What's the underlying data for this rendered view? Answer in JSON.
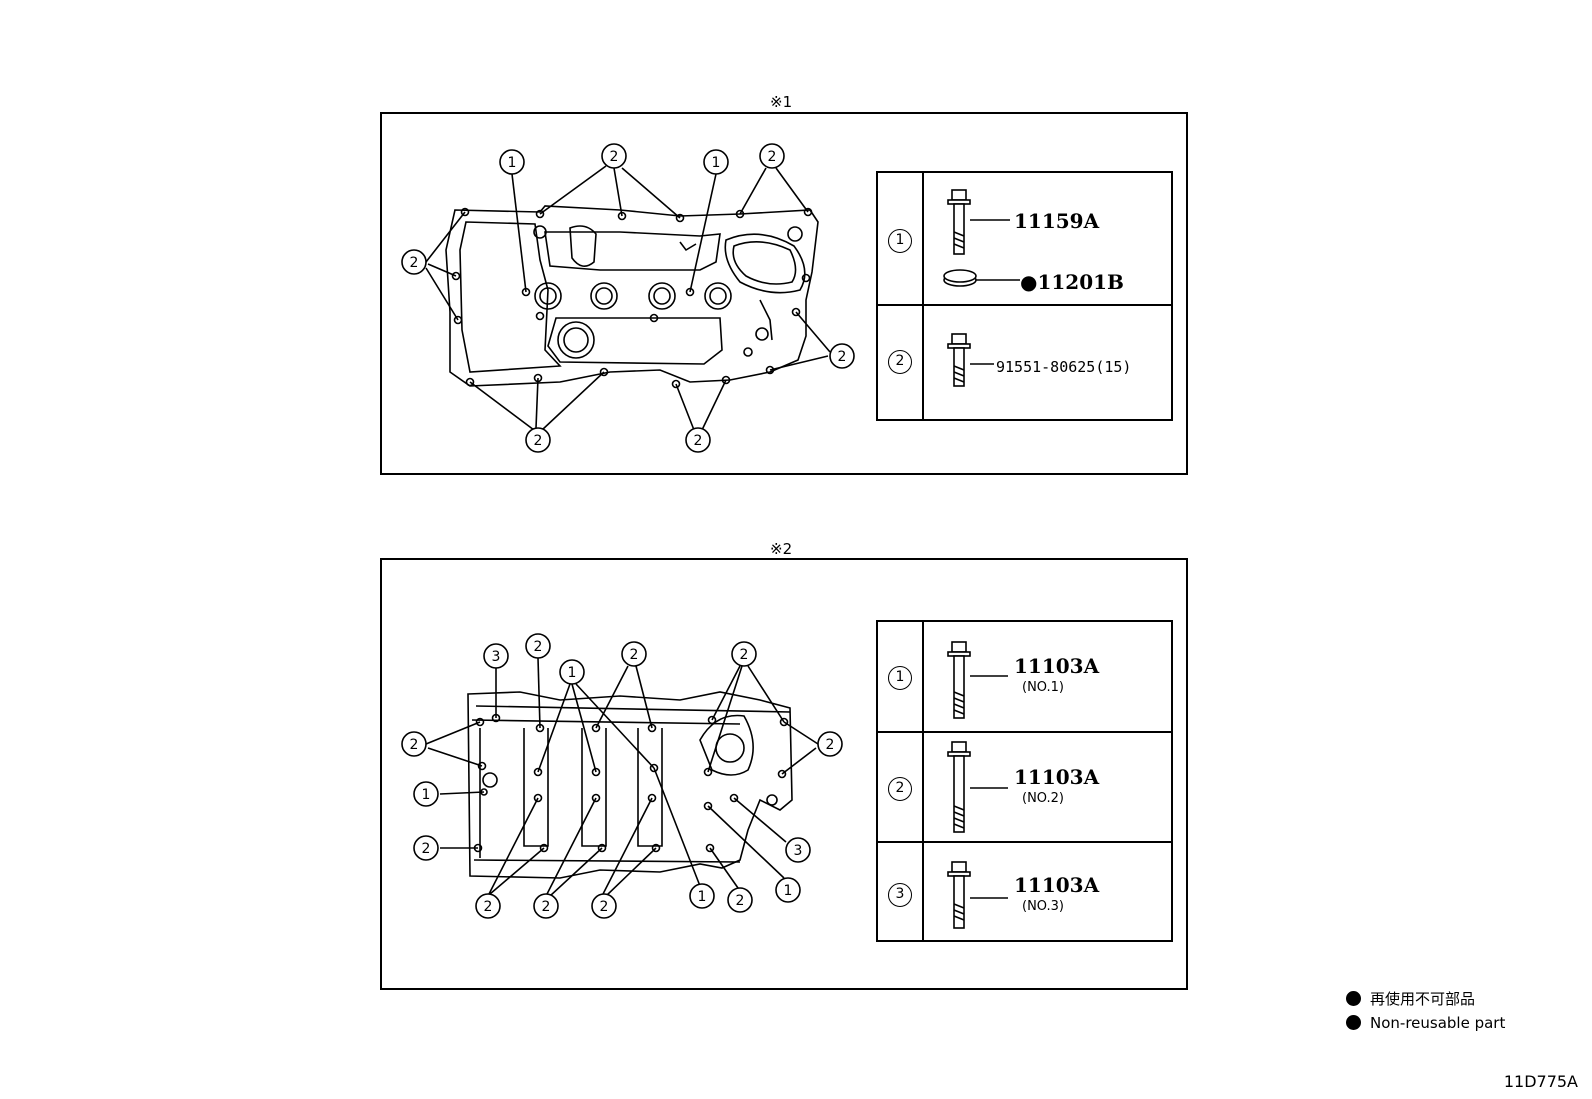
{
  "panels": [
    {
      "mark": "※1",
      "callouts": [
        "1",
        "2",
        "1",
        "2",
        "2",
        "2",
        "2",
        "2"
      ],
      "parts": [
        {
          "num": "1",
          "code": "11159A",
          "washer_code": "●11201B"
        },
        {
          "num": "2",
          "code": "91551-80625(15)"
        }
      ]
    },
    {
      "mark": "※2",
      "callouts": [
        "3",
        "2",
        "1",
        "2",
        "2",
        "2",
        "1",
        "2",
        "3",
        "2",
        "2",
        "2",
        "2",
        "1",
        "2",
        "1"
      ],
      "parts": [
        {
          "num": "1",
          "code": "11103A",
          "sub": "(NO.1)"
        },
        {
          "num": "2",
          "code": "11103A",
          "sub": "(NO.2)"
        },
        {
          "num": "3",
          "code": "11103A",
          "sub": "(NO.3)"
        }
      ]
    }
  ],
  "legend": {
    "jp": "再使用不可部品",
    "en": "Non-reusable part"
  },
  "figure_id": "11D775A"
}
